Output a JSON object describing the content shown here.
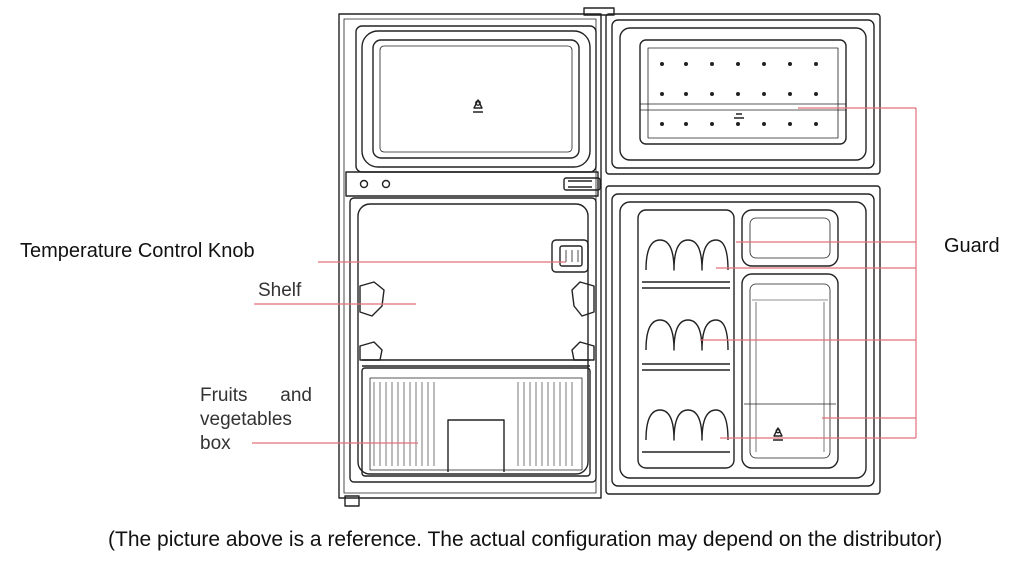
{
  "labels": {
    "temperature_control_knob": "Temperature Control Knob",
    "shelf": "Shelf",
    "fruits_word": "Fruits",
    "and_word": "and",
    "vegetables_word": "vegetables",
    "box_word": "box",
    "guard": "Guard"
  },
  "note": "(The picture above is a reference. The actual configuration may depend on the distributor)",
  "colors": {
    "outline": "#222222",
    "leader_line": "#e0707a"
  }
}
